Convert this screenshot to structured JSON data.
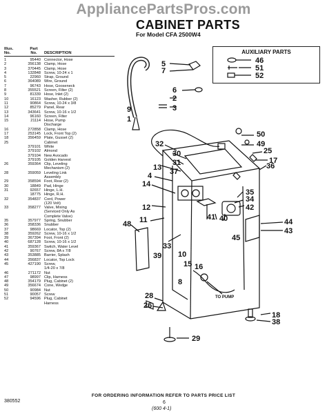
{
  "watermark": "AppliancePartsPros.com",
  "header": {
    "title": "CABINET PARTS",
    "subtitle": "For Model CFA 2500W4"
  },
  "table": {
    "headers": {
      "illus": "Illus.\nNo.",
      "part": "Part\nNo.",
      "desc": "DESCRIPTION"
    },
    "rows": [
      [
        "1",
        "95440",
        "Connector, Hose"
      ],
      [
        "2",
        "356138",
        "Clamp, Hose"
      ],
      [
        "3",
        "370445",
        "Clamp, Hose"
      ],
      [
        "4",
        "132848",
        "Screw, 10-24 x 1"
      ],
      [
        "5",
        "22960",
        "Strap, Ground"
      ],
      [
        "6",
        "364089",
        "Wire, Ground"
      ],
      [
        "7",
        "96743",
        "Hose, Gooseneck"
      ],
      [
        "8",
        "355521",
        "Screen, Filter (2)"
      ],
      [
        "9",
        "81339",
        "Hose, Inlet (2)"
      ],
      [
        "10",
        "16123",
        "Washer, Rubber (2)"
      ],
      [
        "11",
        "90864",
        "Screw, 10-24 x 3/8"
      ],
      [
        "12",
        "85279",
        "Panel, Rear"
      ],
      [
        "13",
        "343641",
        "Screw, 10-16 x 1/2"
      ],
      [
        "14",
        "96160",
        "Screen, Filter"
      ],
      [
        "15",
        "21114",
        "Hose, Pump"
      ],
      [
        "",
        "",
        "Discharge"
      ],
      [
        "16",
        "272858",
        "Clamp, Hose"
      ],
      [
        "17",
        "253145",
        "Lock, Front Top (2)"
      ],
      [
        "18",
        "356459",
        "Plate, Gusset (2)"
      ],
      [
        "25",
        "",
        "Cabinet"
      ],
      [
        "",
        "379101",
        "White"
      ],
      [
        "",
        "379102",
        "Almond"
      ],
      [
        "",
        "379104",
        "New Avocado"
      ],
      [
        "",
        "379105",
        "Golden Harvest"
      ],
      [
        "26",
        "359364",
        "Clip, Leveling"
      ],
      [
        "",
        "",
        "Mechanism (2)"
      ],
      [
        "28",
        "359059",
        "Leveling Link"
      ],
      [
        "",
        "",
        "Assembly"
      ],
      [
        "29",
        "358594",
        "Foot, Rear (2)"
      ],
      [
        "30",
        "18849",
        "Pad, Hinge"
      ],
      [
        "31",
        "92657",
        "Hinge, L.H."
      ],
      [
        "",
        "18775",
        "Hinge, R.H."
      ],
      [
        "32",
        "354837",
        "Cord, Power"
      ],
      [
        "",
        "",
        "(120 Volt)"
      ],
      [
        "33",
        "358277",
        "Valve, Mixing"
      ],
      [
        "",
        "",
        "(Serviced Only As"
      ],
      [
        "",
        "",
        "Complete Valve)"
      ],
      [
        "35",
        "357977",
        "Spring, Snubber"
      ],
      [
        "36",
        "358336",
        "Snubber"
      ],
      [
        "37",
        "98669",
        "Locator, Top (2)"
      ],
      [
        "38",
        "359262",
        "Screw, 10-16 x 1/2"
      ],
      [
        "39",
        "367394",
        "Foot, Front (2)"
      ],
      [
        "40",
        "687128",
        "Screw, 10-16 x 1/2"
      ],
      [
        "41",
        "359367",
        "Switch, Water Level"
      ],
      [
        "42",
        "90767",
        "Screw, 8A x 7/8"
      ],
      [
        "43",
        "353885",
        "Barrier, Splash"
      ],
      [
        "44",
        "356837",
        "Locator, Top Lock"
      ],
      [
        "45",
        "427190",
        "Screw,"
      ],
      [
        "",
        "",
        "1/4-20 x 7/8"
      ],
      [
        "46",
        "271172",
        "Nut"
      ],
      [
        "47",
        "98997",
        "Clip, Harness"
      ],
      [
        "48",
        "354179",
        "Plug, Cabinet (2)"
      ],
      [
        "49",
        "356674",
        "Cone, Wedge"
      ],
      [
        "50",
        "90984",
        "Nut"
      ],
      [
        "51",
        "90057",
        "Screw"
      ],
      [
        "52",
        "94596",
        "Plug, Cabinet"
      ],
      [
        "",
        "",
        "Harness"
      ]
    ]
  },
  "aux": {
    "title": "AUXILIARY PARTS",
    "labels": [
      "46",
      "51",
      "52"
    ]
  },
  "callouts": [
    "5",
    "7",
    "6",
    "2",
    "3",
    "9",
    "1",
    "32",
    "30",
    "31",
    "37",
    "13",
    "4",
    "14",
    "12",
    "11",
    "48",
    "33",
    "39",
    "10",
    "15",
    "16",
    "35",
    "34",
    "42",
    "44",
    "43",
    "45",
    "40",
    "41",
    "8",
    "50",
    "49",
    "25",
    "17",
    "36",
    "28",
    "26",
    "18",
    "38",
    "29"
  ],
  "pump_label": "TO PUMP",
  "footer": "FOR ORDERING INFORMATION REFER TO PARTS PRICE LIST",
  "doc_code": "380552",
  "page_number": "6",
  "handwriting": "(600 4-1)"
}
